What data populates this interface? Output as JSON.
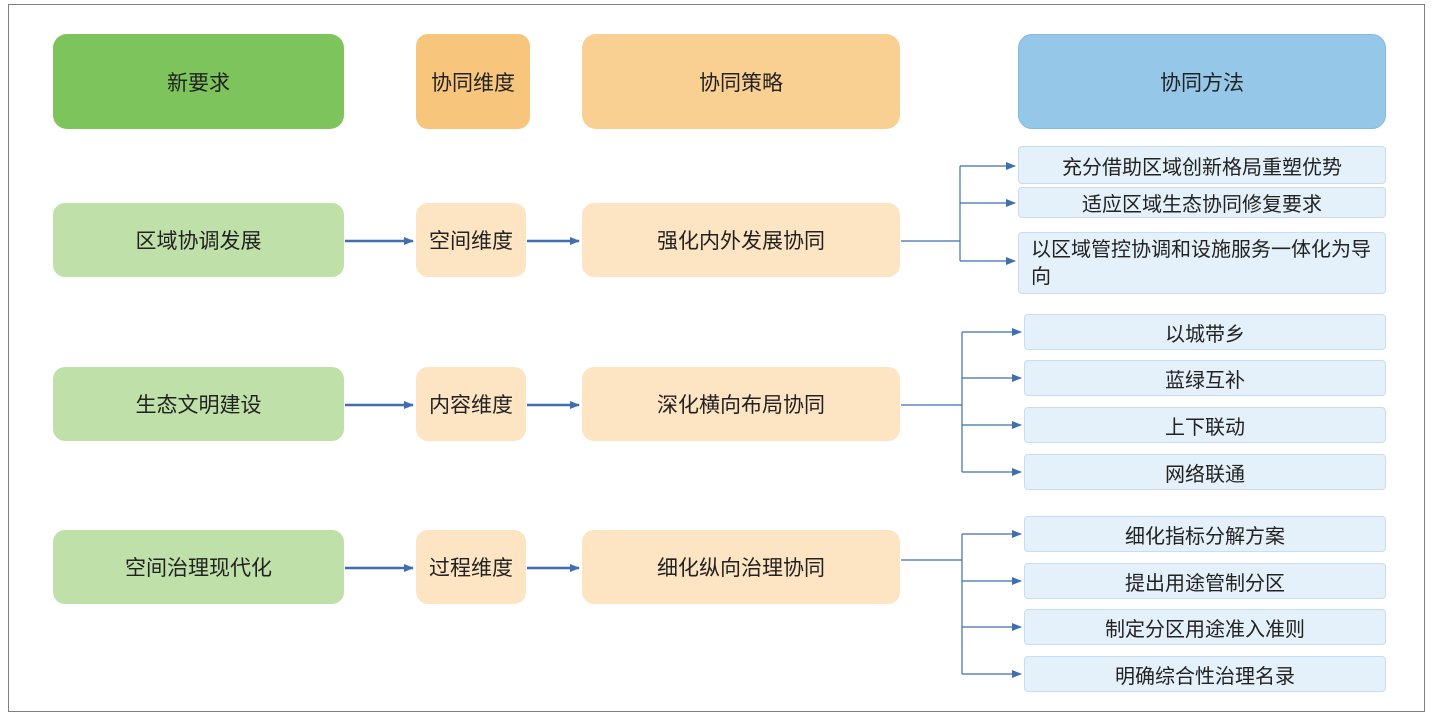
{
  "headers": {
    "requirement": "新要求",
    "dimension": "协同维度",
    "strategy": "协同策略",
    "method": "协同方法"
  },
  "rows": [
    {
      "requirement": "区域协调发展",
      "dimension": "空间维度",
      "strategy": "强化内外发展协同",
      "methods": [
        "充分借助区域创新格局重塑优势",
        "适应区域生态协同修复要求",
        "以区域管控协调和设施服务一体化为导向"
      ]
    },
    {
      "requirement": "生态文明建设",
      "dimension": "内容维度",
      "strategy": "深化横向布局协同",
      "methods": [
        "以城带乡",
        "蓝绿互补",
        "上下联动",
        "网络联通"
      ]
    },
    {
      "requirement": "空间治理现代化",
      "dimension": "过程维度",
      "strategy": "细化纵向治理协同",
      "methods": [
        "细化指标分解方案",
        "提出用途管制分区",
        "制定分区用途准入准则",
        "明确综合性治理名录"
      ]
    }
  ],
  "colors": {
    "header_requirement": "#7dc45c",
    "header_dimension": "#f8c57d",
    "header_strategy": "#f9cf92",
    "header_method": "#95c7e8",
    "requirement_fill": "#bfe0a8",
    "dimension_fill": "#fde4c2",
    "method_fill": "#e4f0fa",
    "connector": "#3f6fb0"
  }
}
